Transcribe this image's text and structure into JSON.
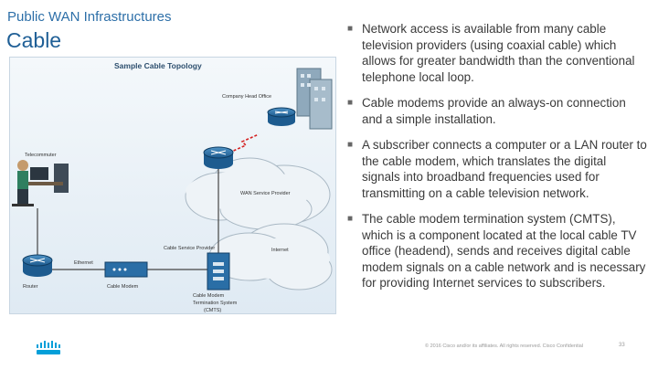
{
  "header": {
    "section_title": "Public WAN Infrastructures",
    "slide_title": "Cable"
  },
  "diagram": {
    "title": "Sample Cable Topology",
    "labels": {
      "company_head_office": "Company Head Office",
      "telecommuter": "Telecommuter",
      "wan_service_provider": "WAN Service Provider",
      "cable_service_provider": "Cable Service Provider",
      "internet": "Internet",
      "ethernet": "Ethernet",
      "router": "Router",
      "cable_modem": "Cable Modem",
      "cmts_line1": "Cable Modem",
      "cmts_line2": "Termination System",
      "cmts_line3": "(CMTS)"
    }
  },
  "bullets": [
    {
      "text": "Network access is available from many cable television providers (using coaxial cable) which allows for greater bandwidth than the conventional telephone local loop."
    },
    {
      "text": "Cable modems provide an always-on connection and a simple installation."
    },
    {
      "text": "A subscriber connects a computer or a LAN router to the cable modem, which translates the digital signals into broadband frequencies used for transmitting on a cable television network."
    },
    {
      "text": "The cable modem termination system (CMTS), which is a component located at the local cable TV office (headend), sends and receives digital cable modem signals on a cable network and is necessary for providing Internet services to subscribers."
    }
  ],
  "footer": {
    "copyright": "© 2016  Cisco and/or its affiliates. All rights reserved.   Cisco Confidential",
    "page_number": "33"
  },
  "colors": {
    "title_blue": "#1f5f96",
    "router_blue": "#2a6ea6",
    "logo_blue": "#049fd9",
    "wan_link_red": "#d42020"
  }
}
